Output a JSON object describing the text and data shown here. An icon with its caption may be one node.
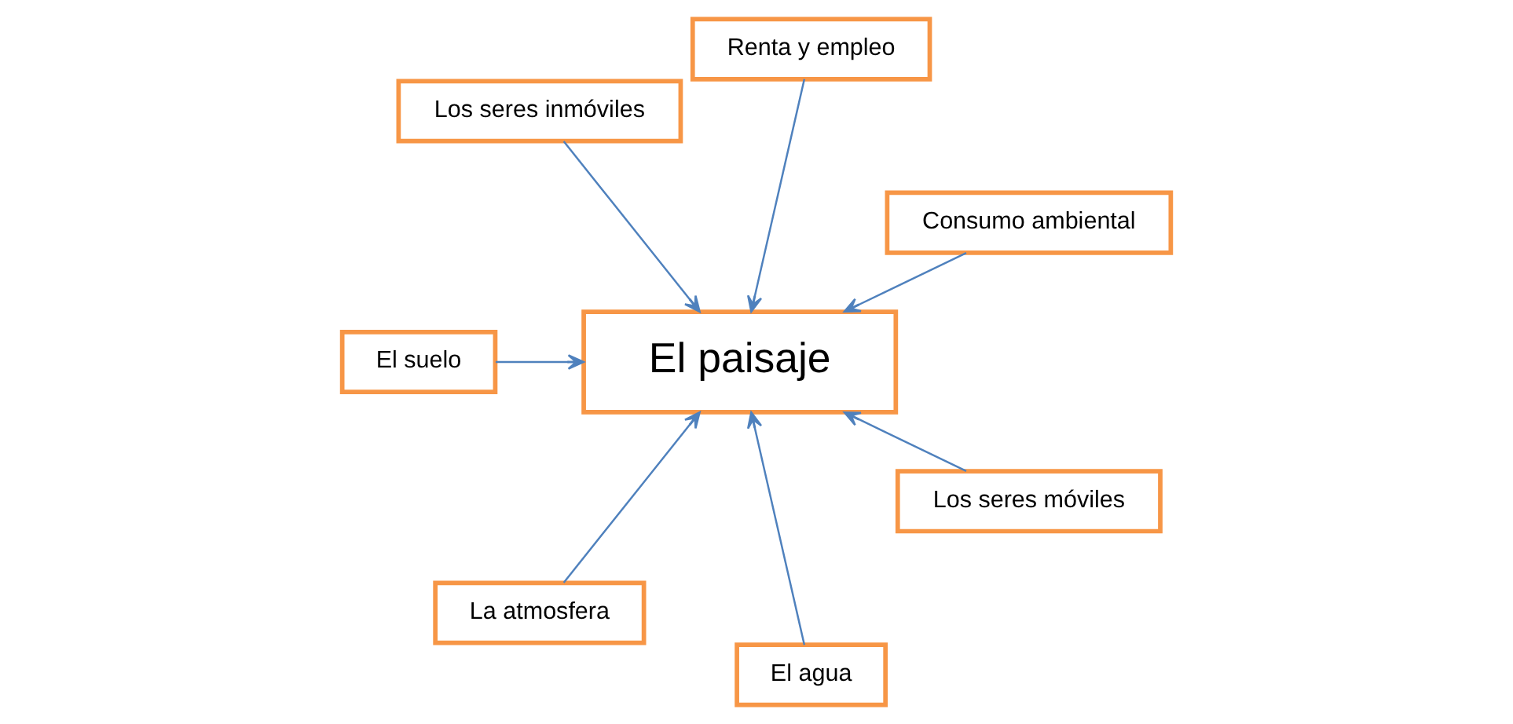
{
  "diagram": {
    "nodes": [
      {
        "text": [
          "Consumo ambiental"
        ]
      },
      {
        "text": [
          "Renta y empleo"
        ]
      },
      {
        "text": [
          "Los seres inmóviles"
        ]
      },
      {
        "text": [
          "El suelo"
        ]
      },
      {
        "text": [
          "El paisaje"
        ]
      },
      {
        "text": [
          "La atmosfera"
        ]
      },
      {
        "text": [
          "El agua"
        ]
      },
      {
        "text": [
          "Los seres móviles"
        ]
      }
    ],
    "edges": [
      {
        "from": 0,
        "to": 4,
        "arrow": "to"
      },
      {
        "from": 1,
        "to": 4,
        "arrow": "to"
      },
      {
        "from": 2,
        "to": 4,
        "arrow": "to"
      },
      {
        "from": 3,
        "to": 4,
        "arrow": "to"
      },
      {
        "from": 5,
        "to": 4,
        "arrow": "to"
      },
      {
        "from": 6,
        "to": 4,
        "arrow": "to"
      },
      {
        "from": 7,
        "to": 4,
        "arrow": "to"
      }
    ]
  }
}
